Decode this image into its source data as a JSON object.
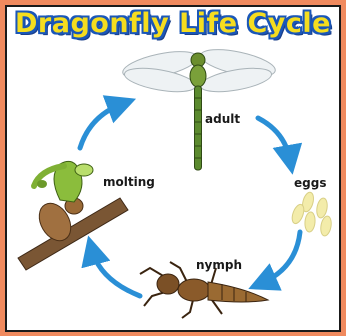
{
  "title": "Dragonfly Life Cycle",
  "stages": [
    {
      "id": "adult",
      "label": "adult"
    },
    {
      "id": "eggs",
      "label": "eggs"
    },
    {
      "id": "nymph",
      "label": "nymph"
    },
    {
      "id": "molting",
      "label": "molting"
    }
  ],
  "colors": {
    "frame": "#f08a5e",
    "title_fill": "#f5dd1f",
    "title_outline": "#1a57b8",
    "arrow": "#2a8fd6",
    "egg": "#f3ecaa",
    "dragonfly_body": "#5b8a2e",
    "nymph_body": "#8a5a2a"
  }
}
